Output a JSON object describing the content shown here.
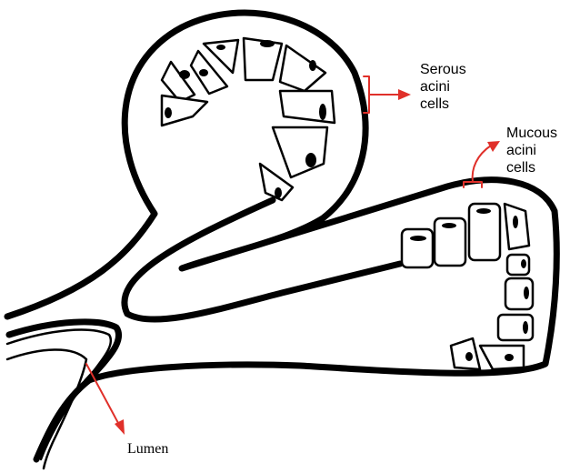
{
  "labels": {
    "serous": [
      "Serous",
      "acini",
      "cells"
    ],
    "mucous": [
      "Mucous",
      "acini",
      "cells"
    ],
    "lumen": "Lumen"
  },
  "colors": {
    "annotation": "#e0302a",
    "outline": "#000000",
    "background": "#ffffff"
  }
}
